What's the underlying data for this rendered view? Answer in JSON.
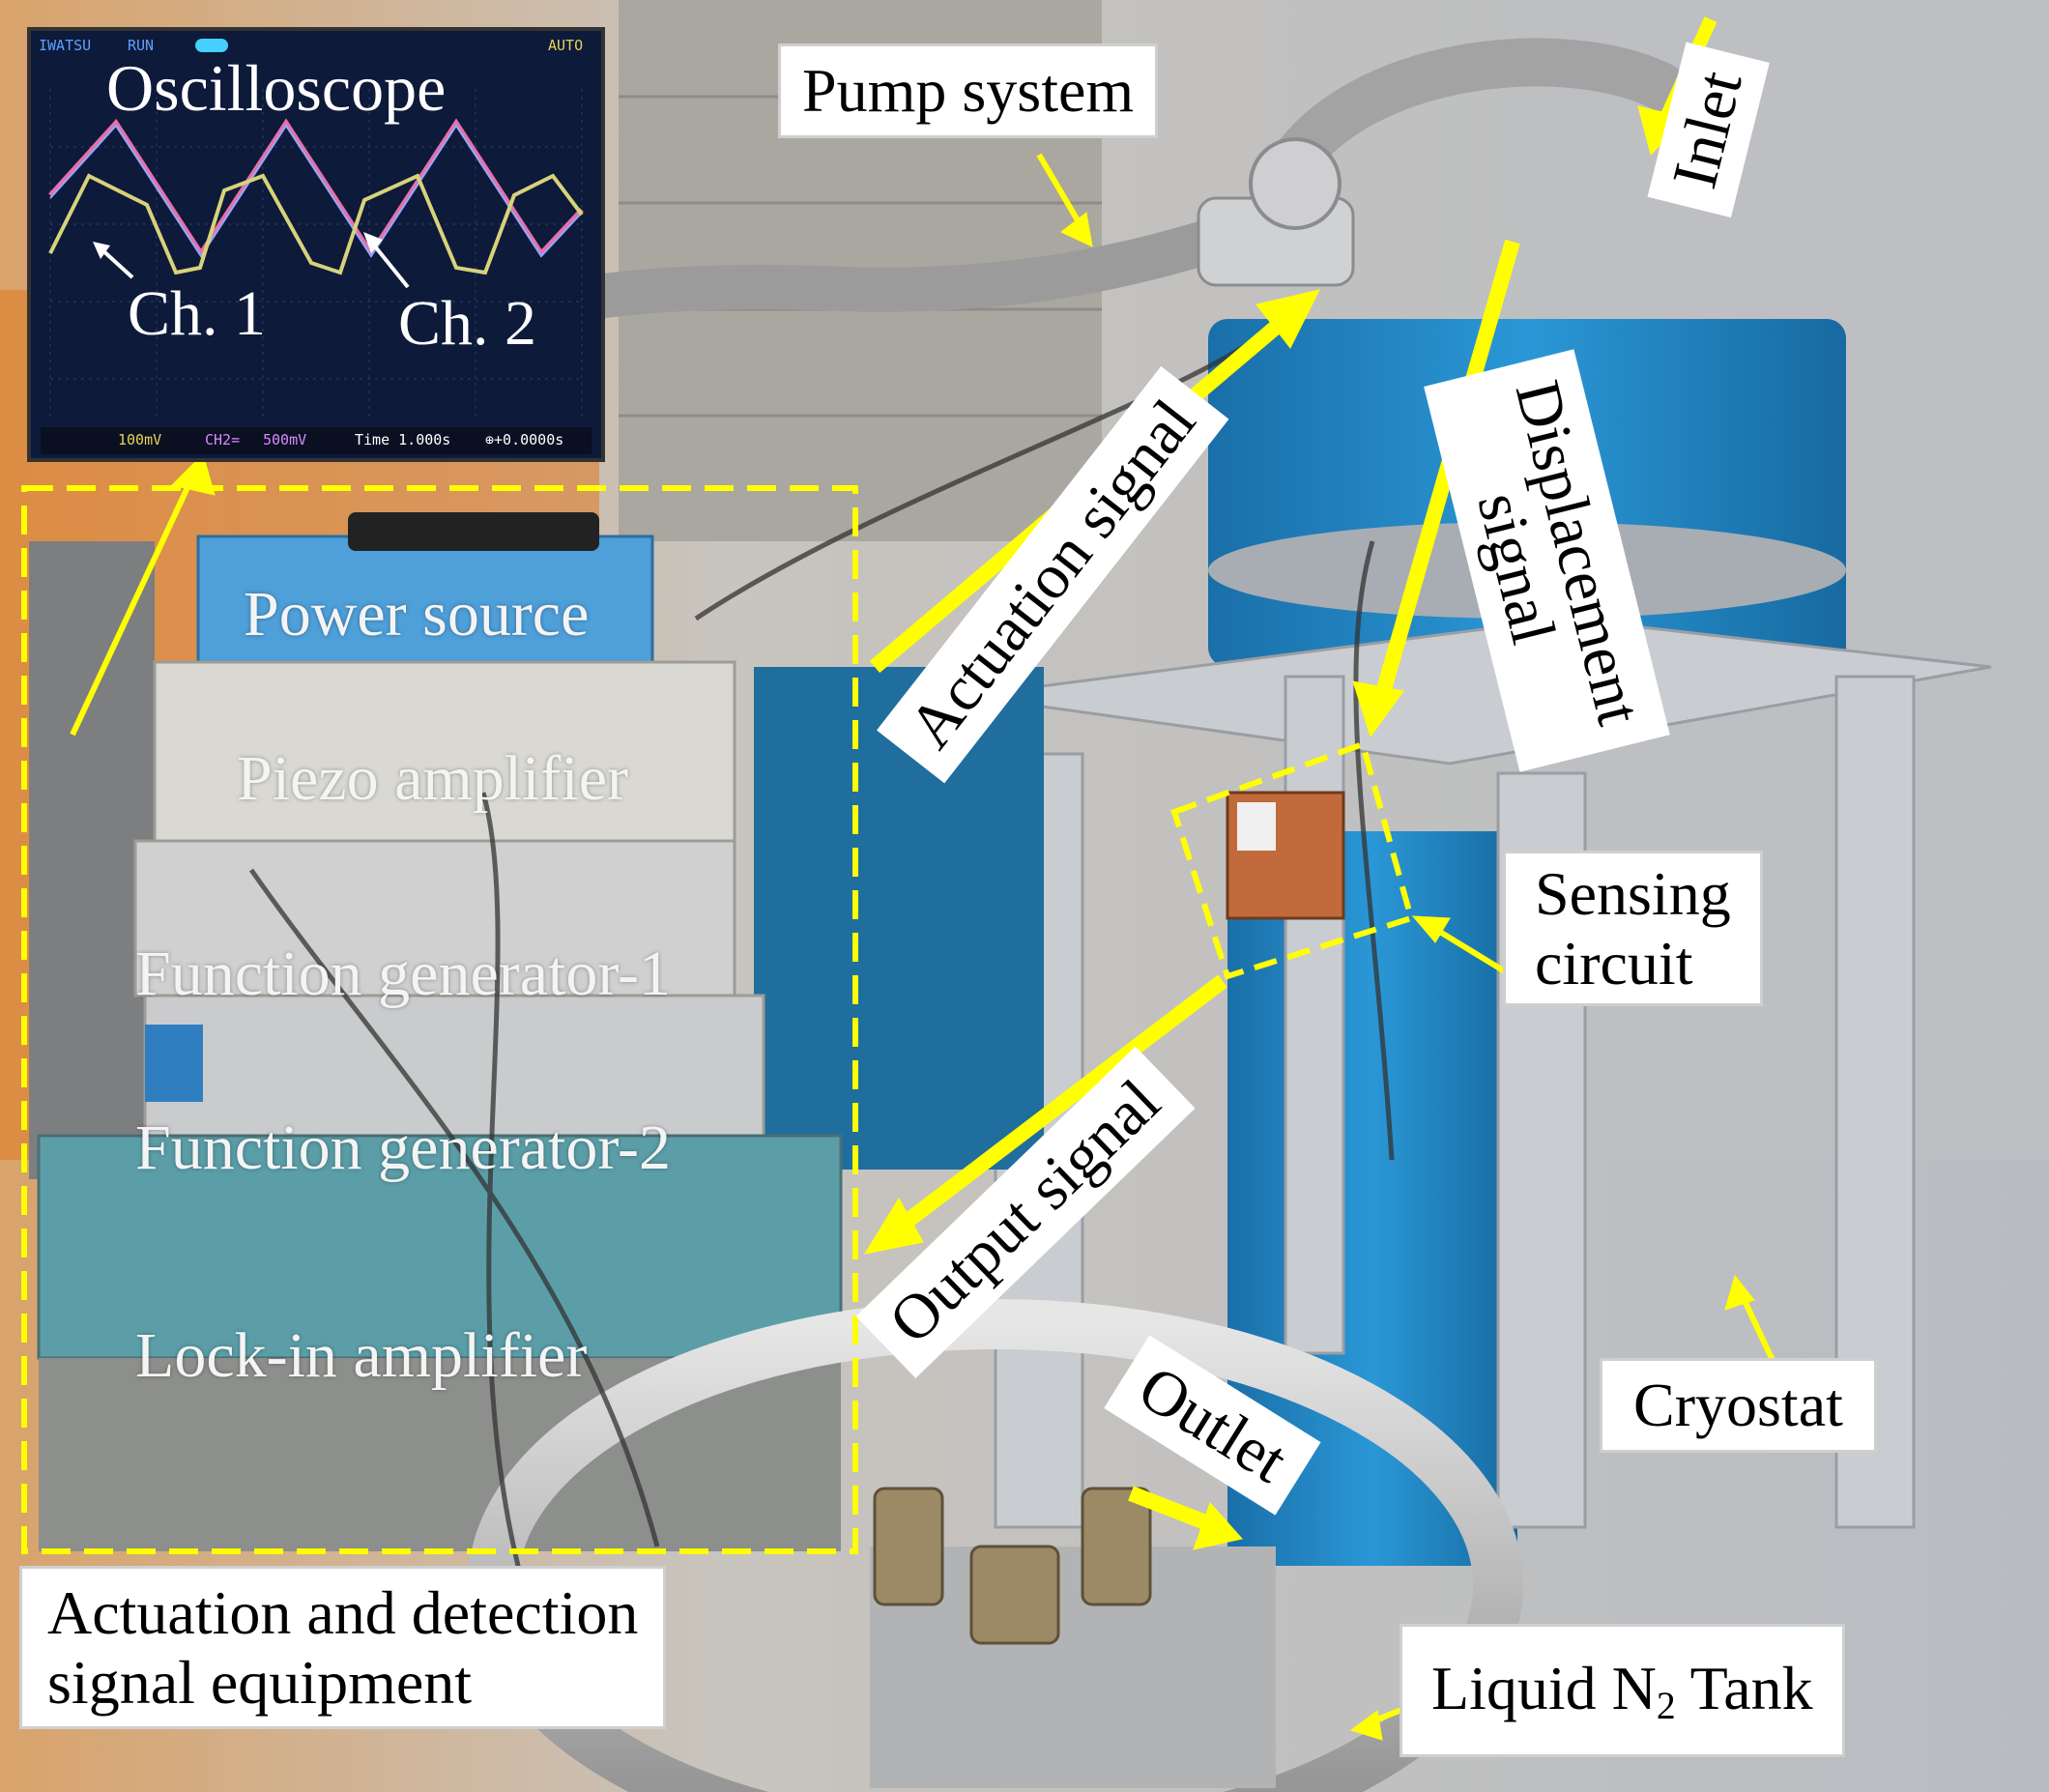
{
  "oscilloscope": {
    "title": "Oscilloscope",
    "brand": "IWATSU",
    "run_state": "RUN",
    "trigger_mode": "AUTO",
    "ch1_label": "Ch. 1",
    "ch2_label": "Ch. 2",
    "ch1_scale": "100mV",
    "ch2_scale": "500mV",
    "ch2_tag": "CH2=",
    "time_scale": "Time 1.000s",
    "offset": "⊕+0.0000s"
  },
  "equipment": {
    "power_source": "Power source",
    "piezo_amplifier": "Piezo amplifier",
    "function_generator_1": "Function generator-1",
    "function_generator_2": "Function generator-2",
    "lock_in_amplifier": "Lock-in amplifier"
  },
  "labels": {
    "pump_system": "Pump system",
    "inlet": "Inlet",
    "actuation_signal": "Actuation signal",
    "displacement_signal_line1": "Displacement",
    "displacement_signal_line2": "signal",
    "sensing_circuit_line1": "Sensing",
    "sensing_circuit_line2": "circuit",
    "output_signal": "Output signal",
    "outlet": "Outlet",
    "cryostat": "Cryostat",
    "equipment_group_line1": "Actuation and detection",
    "equipment_group_line2": "signal equipment",
    "tank_prefix": "Liquid N",
    "tank_subscript": "2",
    "tank_suffix": " Tank"
  },
  "colors": {
    "arrow_yellow": "#ffff00",
    "cryostat_blue": "#1f86c8",
    "scope_screen": "#0d1a3a"
  }
}
